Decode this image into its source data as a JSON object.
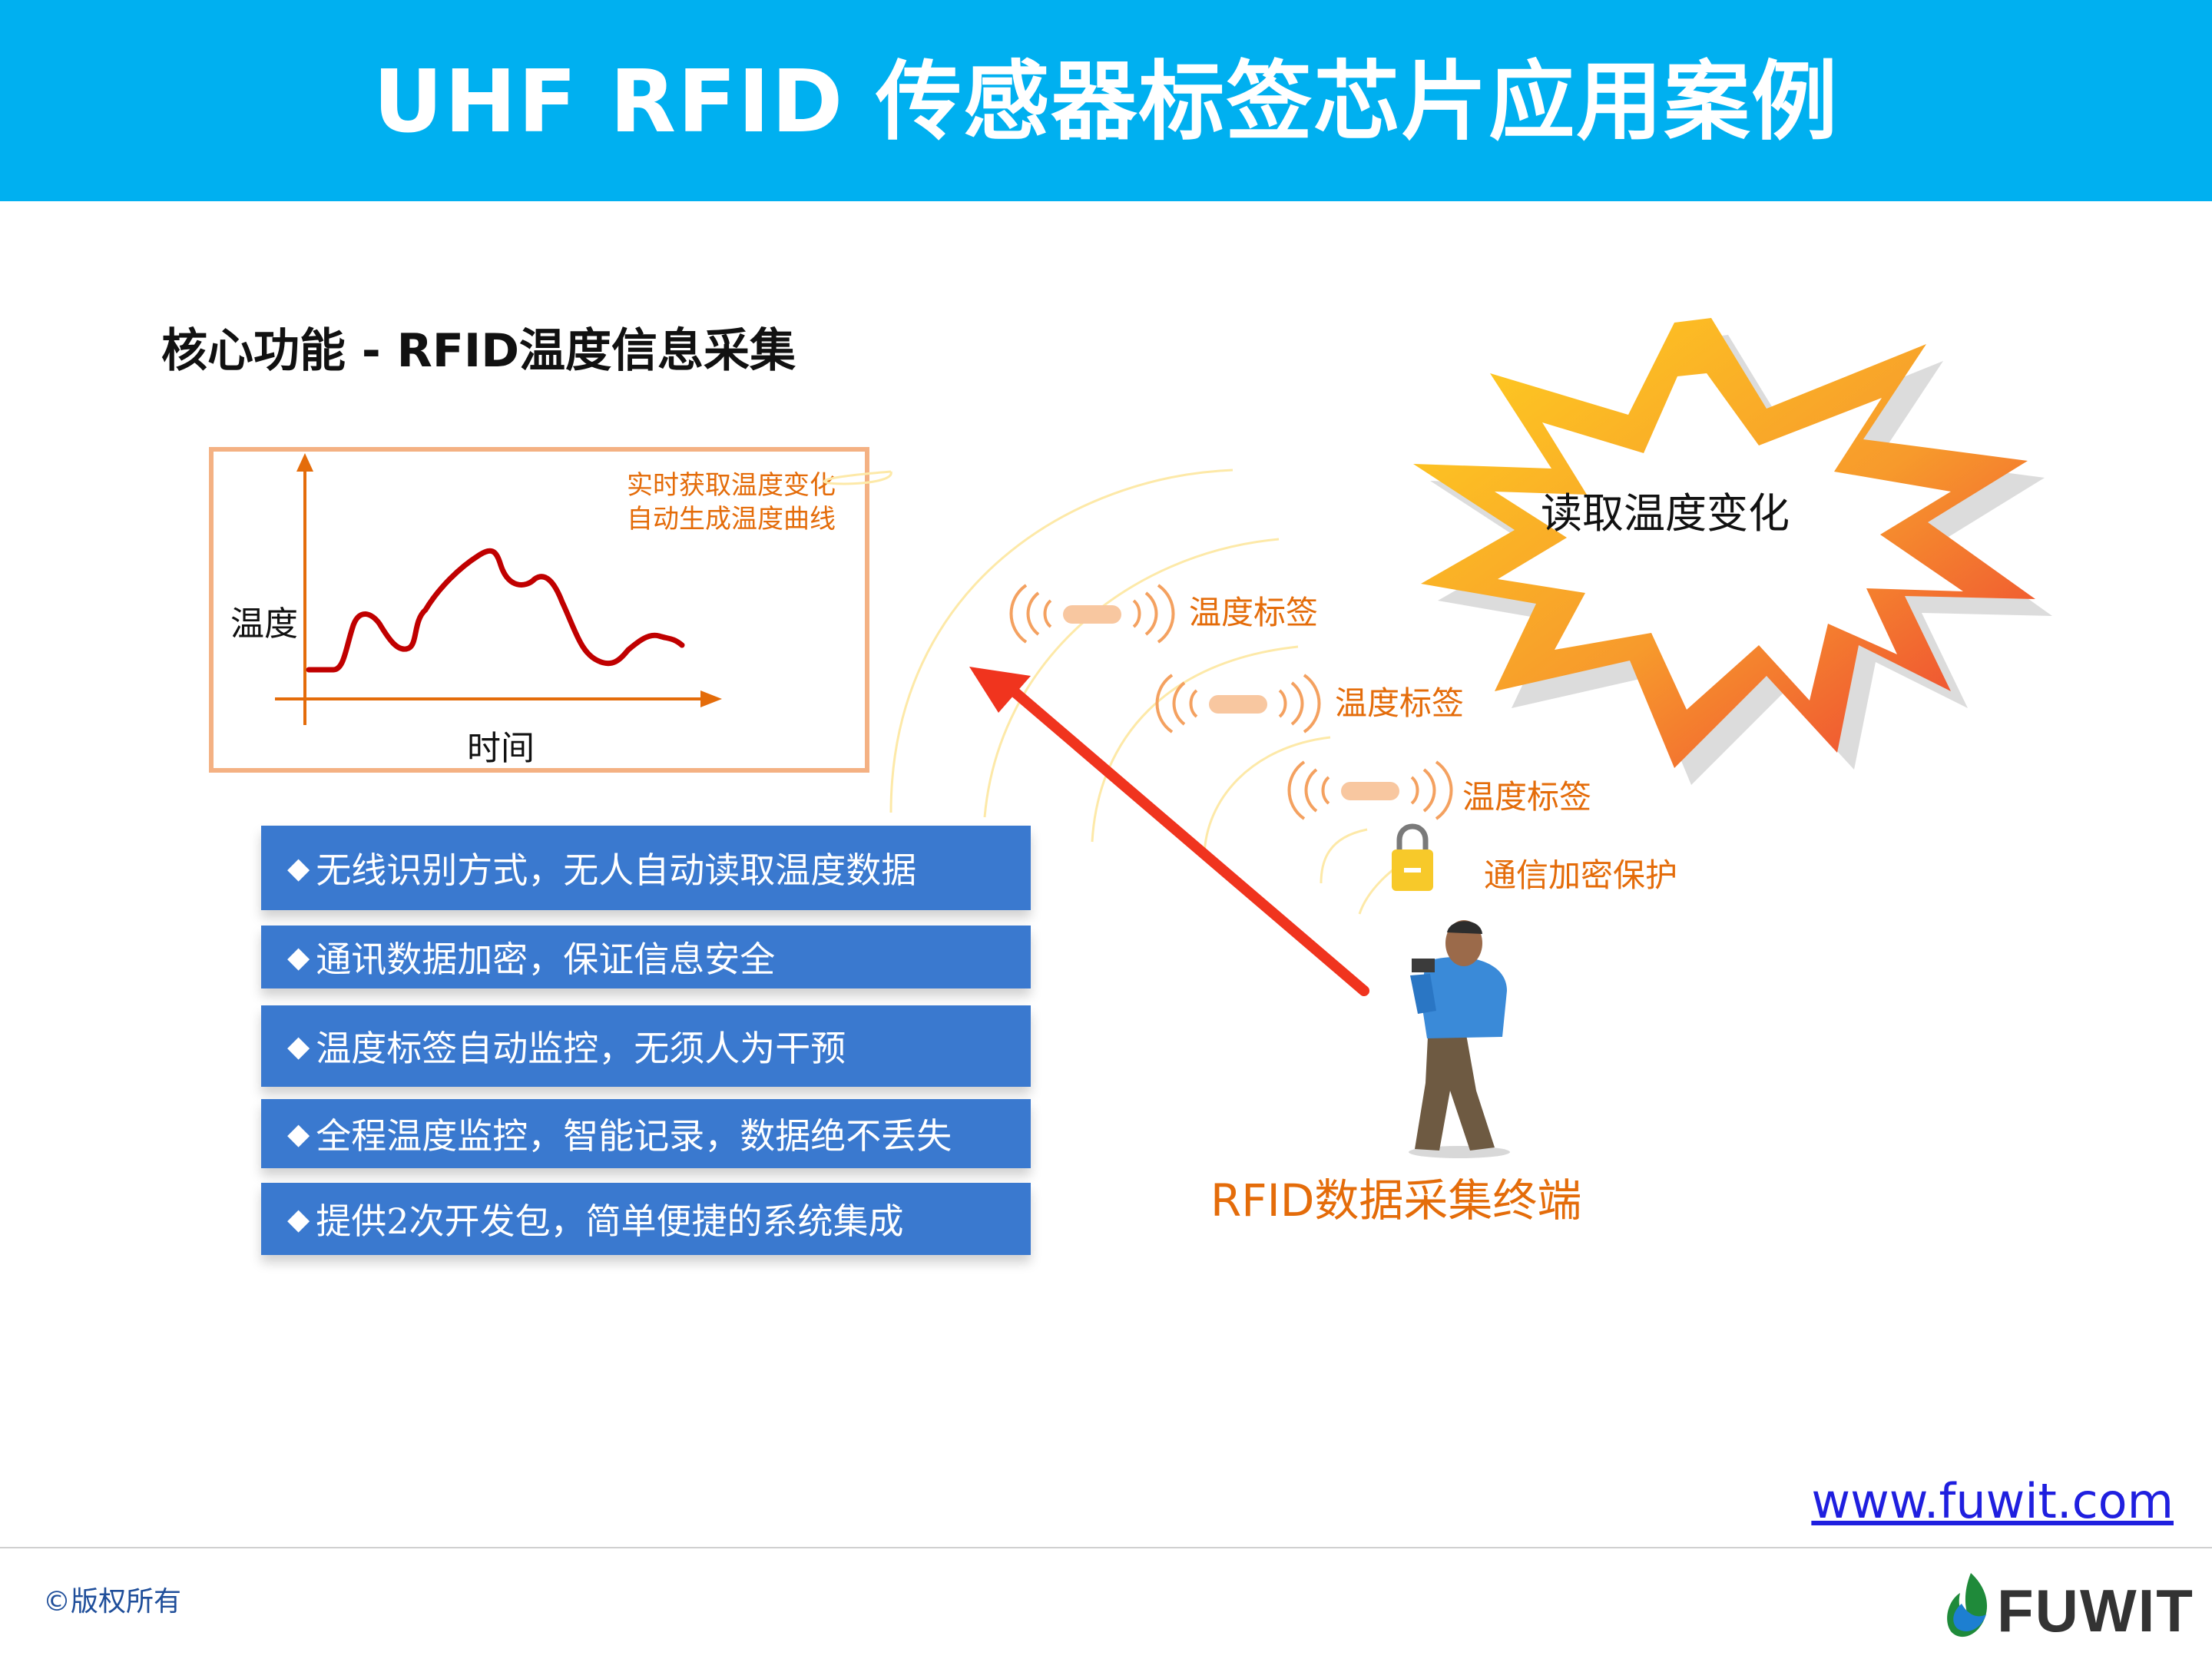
{
  "header": {
    "title": "UHF RFID 传感器标签芯片应用案例"
  },
  "section": {
    "subtitle": "核心功能 - RFID温度信息采集"
  },
  "chart": {
    "note_line1": "实时获取温度变化",
    "note_line2": "自动生成温度曲线",
    "ylabel": "温度",
    "xlabel": "时间"
  },
  "features": [
    "无线识别方式，无人自动读取温度数据",
    "通讯数据加密，保证信息安全",
    "温度标签自动监控，无须人为干预",
    "全程温度监控，智能记录，数据绝不丢失",
    "提供2次开发包，简单便捷的系统集成"
  ],
  "feature_bullet": "◆",
  "tags": [
    "温度标签",
    "温度标签",
    "温度标签"
  ],
  "encryption_label": "通信加密保护",
  "terminal_label": "RFID数据采集终端",
  "burst_text": "读取温度变化",
  "website": "www.fuwit.com",
  "copyright": "©版权所有",
  "logo_text": "FUWIT",
  "colors": {
    "header": "#00b0f0",
    "accent_orange": "#e46c0a",
    "feature_blue": "#3a79cf",
    "arrow_red": "#f0341e"
  }
}
